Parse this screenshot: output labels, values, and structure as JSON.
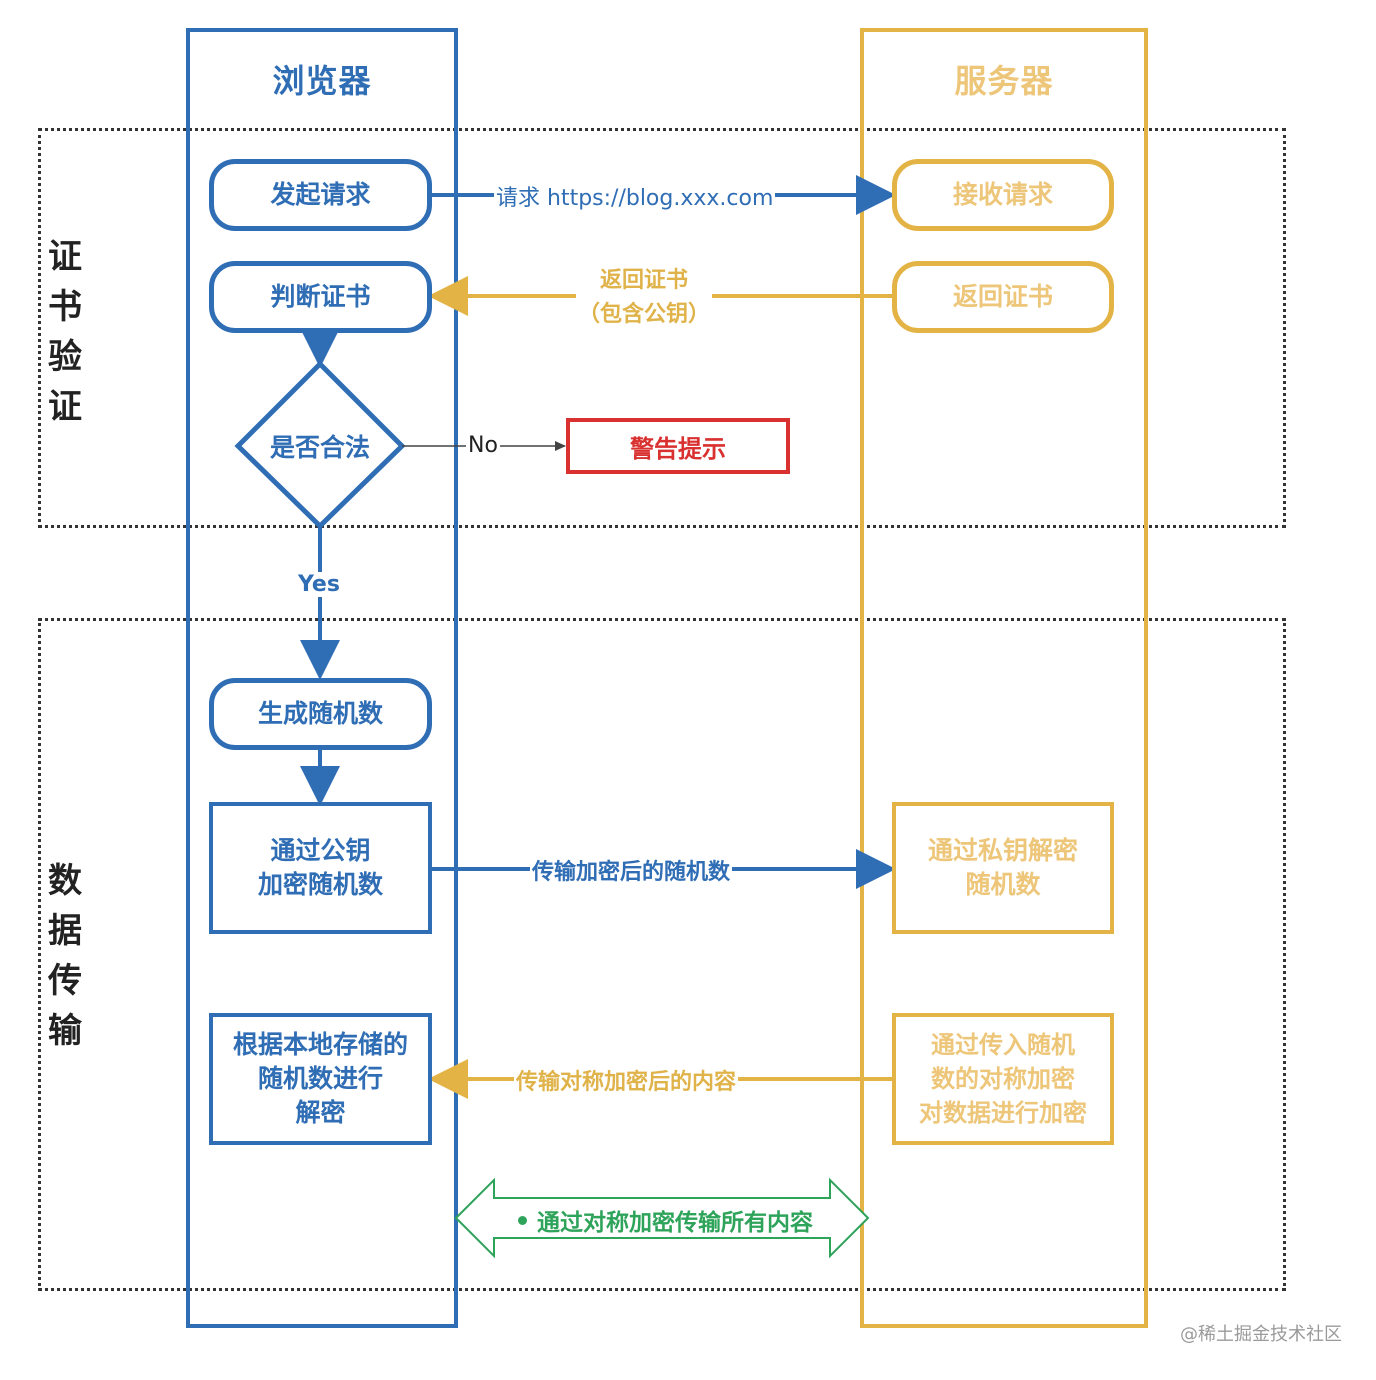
{
  "lanes": {
    "browser": {
      "title": "浏览器",
      "color": "#2f6db5"
    },
    "server": {
      "title": "服务器",
      "color": "#e3b445"
    }
  },
  "sections": {
    "cert": {
      "label_chars": [
        "证",
        "书",
        "验",
        "证"
      ]
    },
    "data": {
      "label_chars": [
        "数",
        "据",
        "传",
        "输"
      ]
    }
  },
  "nodes": {
    "send_request": "发起请求",
    "check_cert": "判断证书",
    "is_valid": "是否合法",
    "warning": "警告提示",
    "gen_random": "生成随机数",
    "encrypt_random": "通过公钥\n加密随机数",
    "decrypt_content": "根据本地存储的\n随机数进行\n解密",
    "receive_request": "接收请求",
    "return_cert": "返回证书",
    "server_decrypt": "通过私钥解密\n随机数",
    "server_encrypt": "通过传入随机\n数的对称加密\n对数据进行加密"
  },
  "edges": {
    "request_label": "请求 https://blog.xxx.com",
    "return_cert_label": "返回证书\n（包含公钥）",
    "no_label": "No",
    "yes_label": "Yes",
    "send_encrypted_label": "传输加密后的随机数",
    "send_sym_label": "传输对称加密后的内容",
    "sym_all_label": "通过对称加密传输所有内容"
  },
  "colors": {
    "blue": "#2f6db5",
    "gold": "#e3b445",
    "red": "#d93030",
    "green": "#2ea35a",
    "dotted": "#333333"
  },
  "watermark": "@稀土掘金技术社区"
}
